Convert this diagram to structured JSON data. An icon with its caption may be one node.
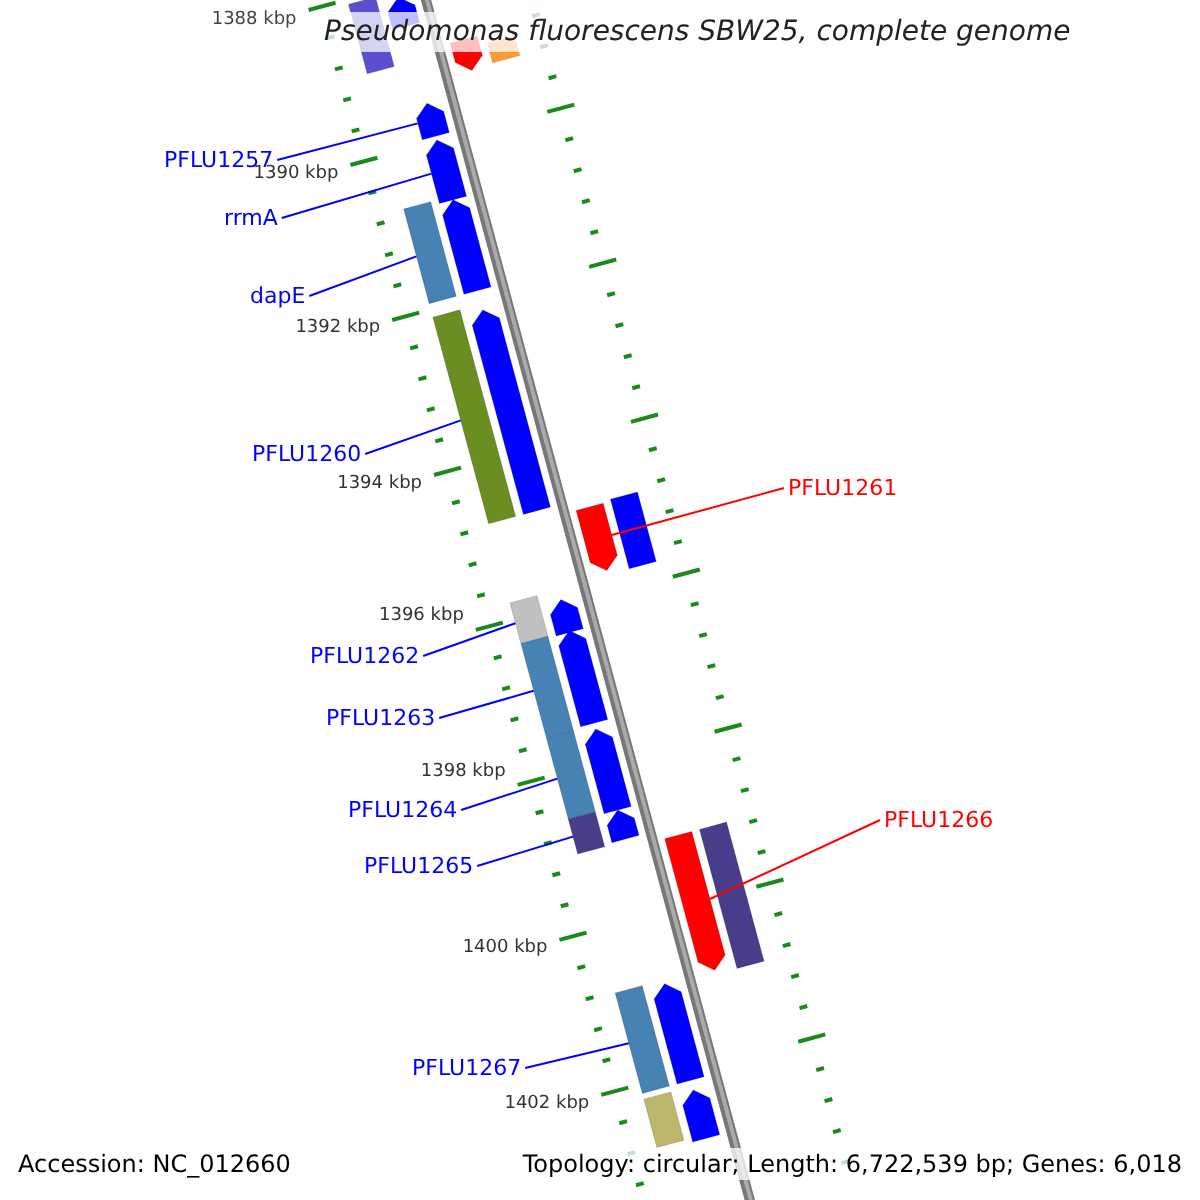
{
  "diagram": {
    "title": "Pseudomonas fluorescens SBW25, complete genome",
    "nodes": [
      {
        "text": [
          "PFLU1257"
        ]
      },
      {
        "text": [
          "rrmA"
        ]
      },
      {
        "text": [
          "dapE"
        ]
      },
      {
        "text": [
          "PFLU1260"
        ]
      },
      {
        "text": [
          "PFLU1261"
        ]
      },
      {
        "text": [
          "PFLU1262"
        ]
      },
      {
        "text": [
          "PFLU1263"
        ]
      },
      {
        "text": [
          "PFLU1264"
        ]
      },
      {
        "text": [
          "PFLU1265"
        ]
      },
      {
        "text": [
          "PFLU1266"
        ]
      },
      {
        "text": [
          "PFLU1267"
        ]
      },
      {
        "text": [],
        "shape": "bar"
      },
      {
        "text": [],
        "shape": "pentagon"
      },
      {
        "text": [],
        "shape": "pentagon"
      },
      {
        "text": [],
        "shape": "bar"
      },
      {
        "text": [],
        "shape": "pentagon"
      },
      {
        "text": [],
        "shape": "pentagon"
      },
      {
        "text": [],
        "shape": "bar"
      },
      {
        "text": [],
        "shape": "pentagon"
      },
      {
        "text": [],
        "shape": "bar"
      },
      {
        "text": [],
        "shape": "pentagon"
      },
      {
        "text": [],
        "shape": "bar"
      },
      {
        "text": [],
        "shape": "pentagon"
      },
      {
        "text": [],
        "shape": "bar"
      },
      {
        "text": [],
        "shape": "pentagon"
      },
      {
        "text": [],
        "shape": "bar"
      },
      {
        "text": [],
        "shape": "pentagon"
      },
      {
        "text": [],
        "shape": "bar"
      },
      {
        "text": [],
        "shape": "pentagon"
      },
      {
        "text": [],
        "shape": "bar"
      },
      {
        "text": [],
        "shape": "pentagon"
      },
      {
        "text": [],
        "shape": "pentagon"
      },
      {
        "text": [],
        "shape": "bar"
      },
      {
        "text": [],
        "shape": "bar"
      },
      {
        "text": [],
        "shape": "pentagon"
      },
      {
        "text": [],
        "shape": "bar"
      },
      {
        "text": [],
        "shape": "pentagon"
      }
    ],
    "edges": [
      {
        "from": 0,
        "to": 15,
        "arrow": "none"
      },
      {
        "from": 1,
        "to": 16,
        "arrow": "none"
      },
      {
        "from": 2,
        "to": 17,
        "arrow": "none"
      },
      {
        "from": 3,
        "to": 19,
        "arrow": "none"
      },
      {
        "from": 4,
        "to": 22,
        "arrow": "none",
        "color": "#ff0000"
      },
      {
        "from": 5,
        "to": 23,
        "arrow": "none"
      },
      {
        "from": 6,
        "to": 25,
        "arrow": "none"
      },
      {
        "from": 7,
        "to": 27,
        "arrow": "none"
      },
      {
        "from": 8,
        "to": 29,
        "arrow": "none"
      },
      {
        "from": 9,
        "to": 31,
        "arrow": "none",
        "color": "#ff0000"
      },
      {
        "from": 10,
        "to": 33,
        "arrow": "none"
      }
    ],
    "labels": [
      "1388 kbp",
      "1390 kbp",
      "1392 kbp",
      "1394 kbp",
      "1396 kbp",
      "1398 kbp",
      "1400 kbp",
      "1402 kbp",
      "Accession: NC_012660",
      "Topology: circular; Length: 6,722,539 bp; Genes: 6,018"
    ]
  }
}
